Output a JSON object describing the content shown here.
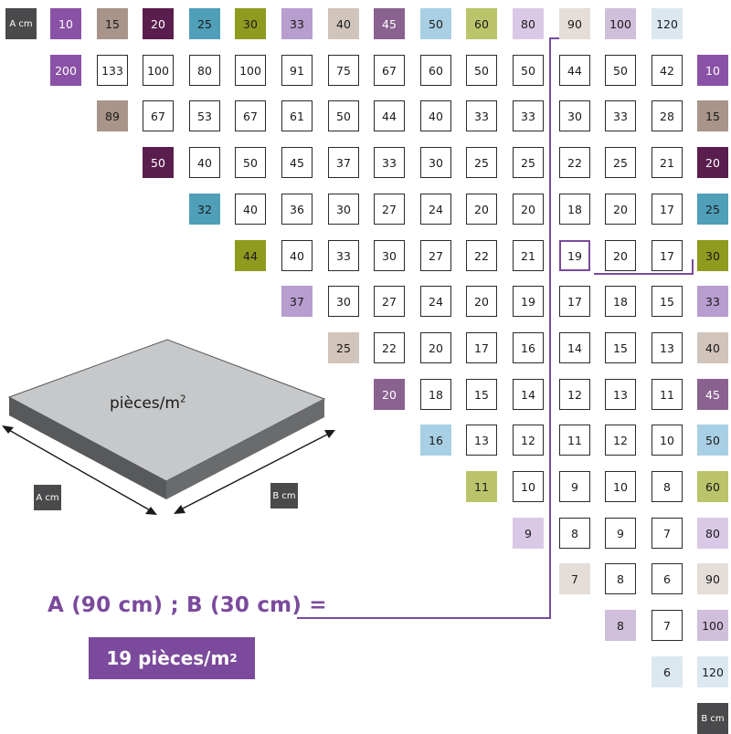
{
  "axes": {
    "a_label": "A cm",
    "b_label": "B cm",
    "sizes": [
      "10",
      "15",
      "20",
      "25",
      "30",
      "33",
      "40",
      "45",
      "50",
      "60",
      "80",
      "90",
      "100",
      "120"
    ]
  },
  "size_colors": [
    "#8a52a6",
    "#a89488",
    "#5a1e4e",
    "#4f9fb9",
    "#8f9b1f",
    "#b89dcf",
    "#d0c4bb",
    "#8a6290",
    "#a9cfe4",
    "#bbc46a",
    "#d9c9e6",
    "#e4ddd8",
    "#d0bfdb",
    "#dbe8f0"
  ],
  "diagonal": [
    "200",
    "89",
    "50",
    "32",
    "44",
    "37",
    "25",
    "20",
    "16",
    "11",
    "9",
    "7",
    "8",
    "6"
  ],
  "table_rows": [
    [
      "133",
      "100",
      "80",
      "100",
      "91",
      "75",
      "67",
      "60",
      "50",
      "50",
      "44",
      "50",
      "42"
    ],
    [
      "67",
      "53",
      "67",
      "61",
      "50",
      "44",
      "40",
      "33",
      "33",
      "30",
      "33",
      "28"
    ],
    [
      "40",
      "50",
      "45",
      "37",
      "33",
      "30",
      "25",
      "25",
      "22",
      "25",
      "21"
    ],
    [
      "40",
      "36",
      "30",
      "27",
      "24",
      "20",
      "20",
      "18",
      "20",
      "17"
    ],
    [
      "40",
      "33",
      "30",
      "27",
      "22",
      "21",
      "19",
      "20",
      "17"
    ],
    [
      "30",
      "27",
      "24",
      "20",
      "19",
      "17",
      "18",
      "15"
    ],
    [
      "22",
      "20",
      "17",
      "16",
      "14",
      "15",
      "13"
    ],
    [
      "18",
      "15",
      "14",
      "12",
      "13",
      "11"
    ],
    [
      "13",
      "12",
      "11",
      "12",
      "10"
    ],
    [
      "10",
      "9",
      "10",
      "8"
    ],
    [
      "8",
      "9",
      "7"
    ],
    [
      "8",
      "6"
    ],
    [
      "7"
    ],
    []
  ],
  "highlight": {
    "row": 4,
    "col": 11,
    "value": "19"
  },
  "tile": {
    "label": "pièces/m",
    "superscript": "2",
    "a_label": "A cm",
    "b_label": "B cm"
  },
  "formula": "A (90 cm) ; B (30 cm) =",
  "result": {
    "text": "19 pièces/m",
    "superscript": "2"
  },
  "colors": {
    "accent": "#7b4a9c",
    "axis_box": "#4a4a4c",
    "tile_top": "#c6c8ca",
    "tile_side": "#58595b"
  }
}
